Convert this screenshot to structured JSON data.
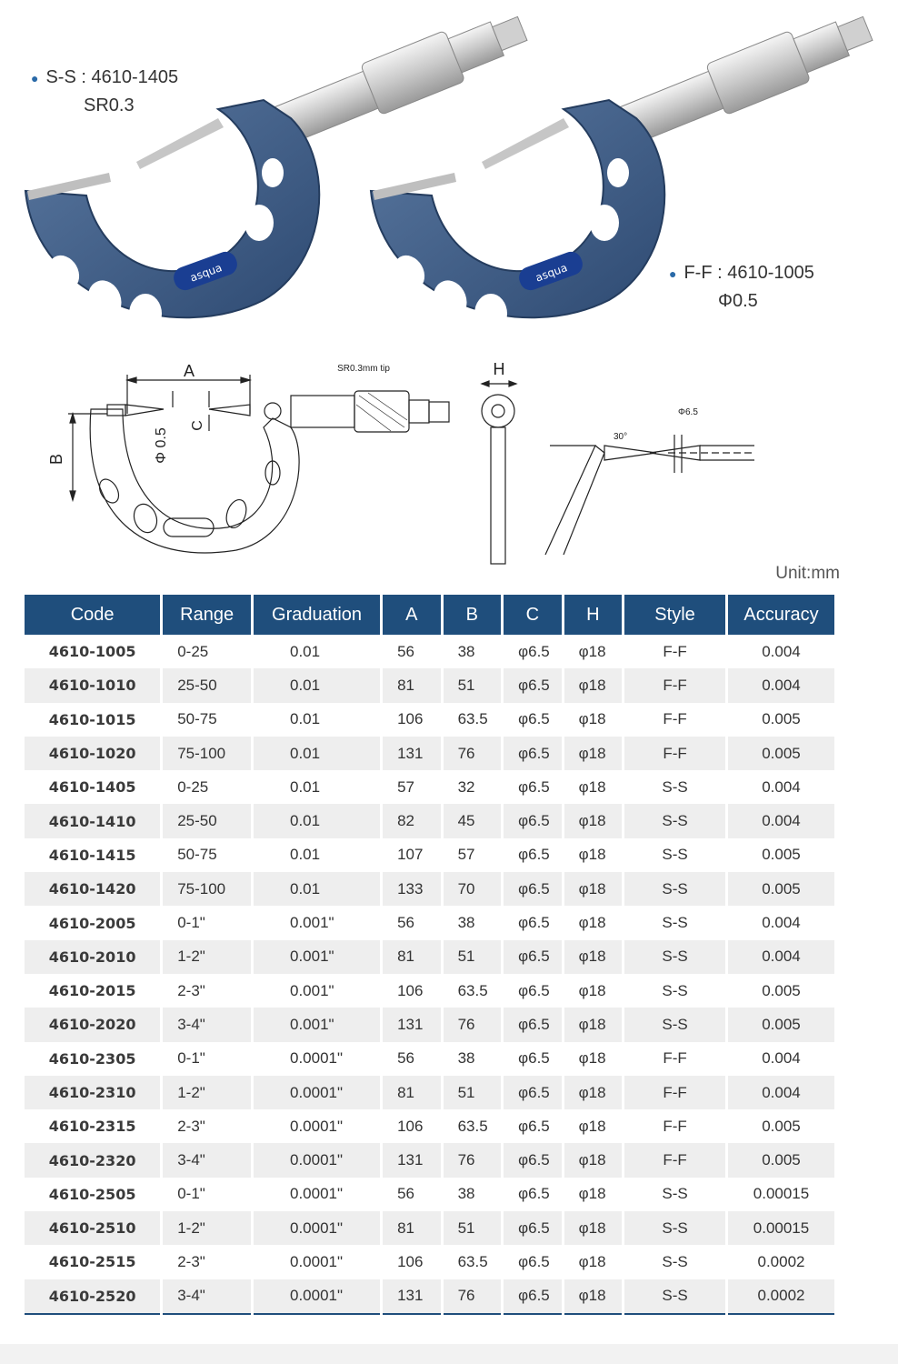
{
  "callouts": {
    "ss": {
      "label": "S-S : 4610-1405",
      "sub": "SR0.3"
    },
    "ff": {
      "label": "F-F : 4610-1005",
      "sub": "Φ0.5"
    }
  },
  "brand": "asqua",
  "drawing": {
    "dim_a": "A",
    "dim_b": "B",
    "dim_c": "C",
    "dim_h": "H",
    "phi": "Φ 0.5",
    "tip_note": "SR0.3mm tip",
    "angle": "30°",
    "phi65": "Φ6.5"
  },
  "unit": "Unit:mm",
  "columns": [
    "Code",
    "Range",
    "Graduation",
    "A",
    "B",
    "C",
    "H",
    "Style",
    "Accuracy"
  ],
  "rows": [
    [
      "4610-1005",
      "0-25",
      "0.01",
      "56",
      "38",
      "φ6.5",
      "φ18",
      "F-F",
      "0.004"
    ],
    [
      "4610-1010",
      "25-50",
      "0.01",
      "81",
      "51",
      "φ6.5",
      "φ18",
      "F-F",
      "0.004"
    ],
    [
      "4610-1015",
      "50-75",
      "0.01",
      "106",
      "63.5",
      "φ6.5",
      "φ18",
      "F-F",
      "0.005"
    ],
    [
      "4610-1020",
      "75-100",
      "0.01",
      "131",
      "76",
      "φ6.5",
      "φ18",
      "F-F",
      "0.005"
    ],
    [
      "4610-1405",
      "0-25",
      "0.01",
      "57",
      "32",
      "φ6.5",
      "φ18",
      "S-S",
      "0.004"
    ],
    [
      "4610-1410",
      "25-50",
      "0.01",
      "82",
      "45",
      "φ6.5",
      "φ18",
      "S-S",
      "0.004"
    ],
    [
      "4610-1415",
      "50-75",
      "0.01",
      "107",
      "57",
      "φ6.5",
      "φ18",
      "S-S",
      "0.005"
    ],
    [
      "4610-1420",
      "75-100",
      "0.01",
      "133",
      "70",
      "φ6.5",
      "φ18",
      "S-S",
      "0.005"
    ],
    [
      "4610-2005",
      "0-1\"",
      "0.001\"",
      "56",
      "38",
      "φ6.5",
      "φ18",
      "S-S",
      "0.004"
    ],
    [
      "4610-2010",
      "1-2\"",
      "0.001\"",
      "81",
      "51",
      "φ6.5",
      "φ18",
      "S-S",
      "0.004"
    ],
    [
      "4610-2015",
      "2-3\"",
      "0.001\"",
      "106",
      "63.5",
      "φ6.5",
      "φ18",
      "S-S",
      "0.005"
    ],
    [
      "4610-2020",
      "3-4\"",
      "0.001\"",
      "131",
      "76",
      "φ6.5",
      "φ18",
      "S-S",
      "0.005"
    ],
    [
      "4610-2305",
      "0-1\"",
      "0.0001\"",
      "56",
      "38",
      "φ6.5",
      "φ18",
      "F-F",
      "0.004"
    ],
    [
      "4610-2310",
      "1-2\"",
      "0.0001\"",
      "81",
      "51",
      "φ6.5",
      "φ18",
      "F-F",
      "0.004"
    ],
    [
      "4610-2315",
      "2-3\"",
      "0.0001\"",
      "106",
      "63.5",
      "φ6.5",
      "φ18",
      "F-F",
      "0.005"
    ],
    [
      "4610-2320",
      "3-4\"",
      "0.0001\"",
      "131",
      "76",
      "φ6.5",
      "φ18",
      "F-F",
      "0.005"
    ],
    [
      "4610-2505",
      "0-1\"",
      "0.0001\"",
      "56",
      "38",
      "φ6.5",
      "φ18",
      "S-S",
      "0.00015"
    ],
    [
      "4610-2510",
      "1-2\"",
      "0.0001\"",
      "81",
      "51",
      "φ6.5",
      "φ18",
      "S-S",
      "0.00015"
    ],
    [
      "4610-2515",
      "2-3\"",
      "0.0001\"",
      "106",
      "63.5",
      "φ6.5",
      "φ18",
      "S-S",
      "0.0002"
    ],
    [
      "4610-2520",
      "3-4\"",
      "0.0001\"",
      "131",
      "76",
      "φ6.5",
      "φ18",
      "S-S",
      "0.0002"
    ]
  ],
  "colors": {
    "header": "#1f4e7c",
    "frame": "#3b5a84",
    "stripe": "#eeeeee"
  }
}
